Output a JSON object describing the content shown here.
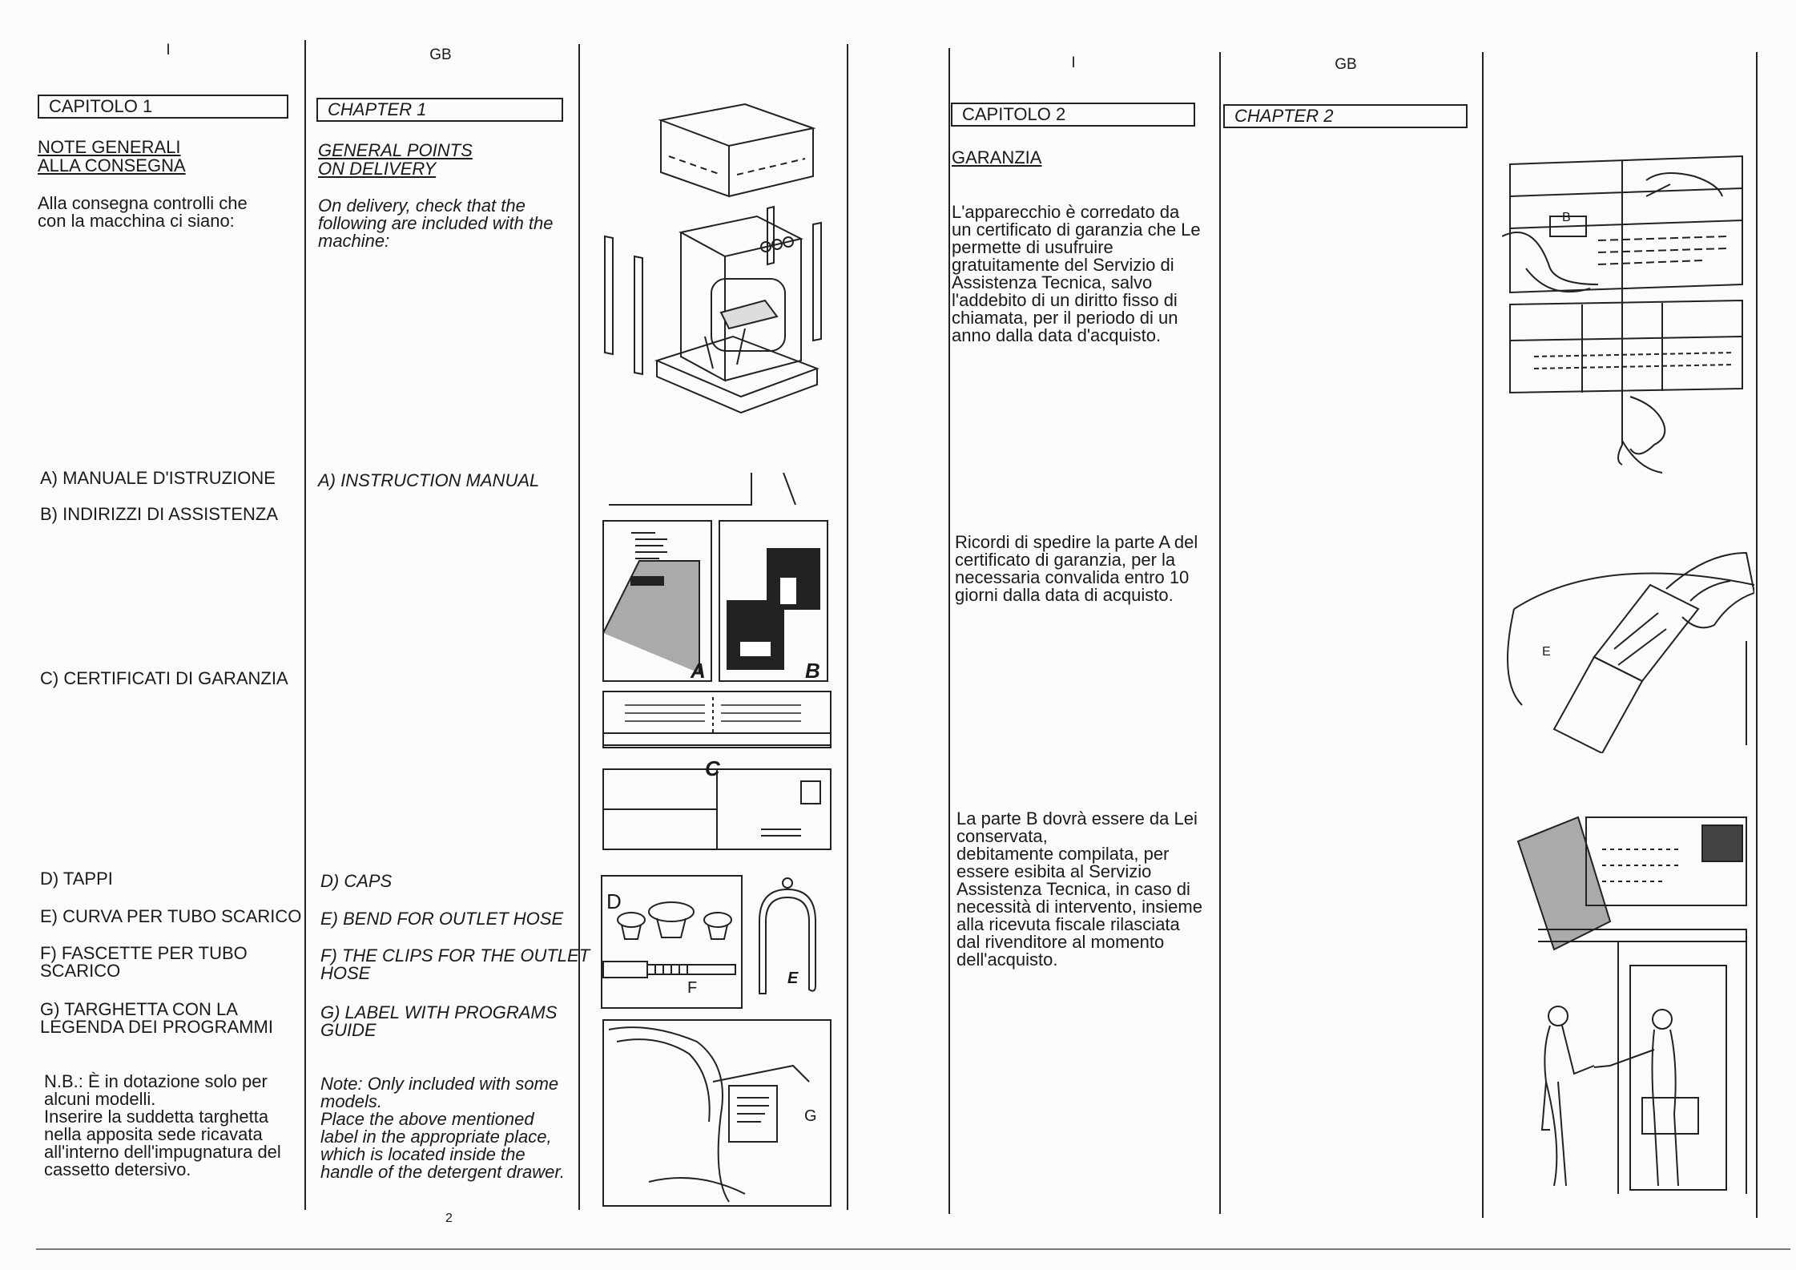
{
  "left_page": {
    "col_it_lang": "I",
    "col_gb_lang": "GB",
    "it_chapter": "CAPITOLO 1",
    "gb_chapter": "CHAPTER 1",
    "it_heading_1": "NOTE GENERALI",
    "it_heading_2": "ALLA CONSEGNA",
    "gb_heading_1": "GENERAL POINTS",
    "gb_heading_2": "ON DELIVERY",
    "it_intro_1": "Alla consegna controlli che",
    "it_intro_2": "con la macchina ci siano:",
    "gb_intro_1": "On delivery, check that the",
    "gb_intro_2": "following are included with the",
    "gb_intro_3": "machine:",
    "it_a": "A) MANUALE D'ISTRUZIONE",
    "it_b": "B) INDIRIZZI DI ASSISTENZA",
    "it_c": "C) CERTIFICATI DI GARANZIA",
    "it_d": "D) TAPPI",
    "it_e": "E) CURVA PER TUBO SCARICO",
    "it_f_1": "F) FASCETTE PER TUBO",
    "it_f_2": "SCARICO",
    "it_g_1": "G) TARGHETTA CON LA",
    "it_g_2": "LEGENDA DEI PROGRAMMI",
    "gb_a": "A) INSTRUCTION MANUAL",
    "gb_d": "D) CAPS",
    "gb_e": "E) BEND FOR OUTLET HOSE",
    "gb_f_1": "F) THE CLIPS FOR THE OUTLET",
    "gb_f_2": "HOSE",
    "gb_g_1": "G) LABEL WITH PROGRAMS",
    "gb_g_2": "GUIDE",
    "it_nb_1": "N.B.: È in dotazione solo per",
    "it_nb_2": "alcuni modelli.",
    "it_nb_3": "Inserire la suddetta targhetta",
    "it_nb_4": "nella apposita sede ricavata",
    "it_nb_5": "all'interno dell'impugnatura del",
    "it_nb_6": "cassetto detersivo.",
    "gb_note_1": "Note: Only included with some",
    "gb_note_2": "models.",
    "gb_note_3": "Place the above mentioned",
    "gb_note_4": "label in the appropriate place,",
    "gb_note_5": "which is located inside the",
    "gb_note_6": "handle of the detergent drawer.",
    "page_number": "2",
    "fig_labels": {
      "a": "A",
      "b": "B",
      "c": "C",
      "d": "D",
      "e": "E",
      "f": "F",
      "g": "G"
    }
  },
  "right_page": {
    "col_it_lang": "I",
    "col_gb_lang": "GB",
    "it_chapter": "CAPITOLO 2",
    "gb_chapter": "CHAPTER 2",
    "it_heading": "GARANZIA",
    "p1_1": "L'apparecchio è corredato da",
    "p1_2": "un certificato di garanzia che Le",
    "p1_3": "permette di usufruire",
    "p1_4": "gratuitamente del Servizio di",
    "p1_5": "Assistenza Tecnica, salvo",
    "p1_6": "l'addebito di un diritto fisso di",
    "p1_7": "chiamata, per il periodo di un",
    "p1_8": "anno dalla data d'acquisto.",
    "p2_1": "Ricordi di spedire la parte A del",
    "p2_2": "certificato di garanzia, per la",
    "p2_3": "necessaria convalida entro 10",
    "p2_4": "giorni dalla data di acquisto.",
    "p3_1": "La parte B dovrà essere da Lei",
    "p3_2": "conservata,",
    "p3_3": "debitamente compilata, per",
    "p3_4": "essere esibita al Servizio",
    "p3_5": "Assistenza Tecnica, in caso di",
    "p3_6": "necessità di intervento, insieme",
    "p3_7": "alla ricevuta fiscale rilasciata",
    "p3_8": "dal rivenditore al momento",
    "p3_9": "dell'acquisto.",
    "fig_label_b": "B",
    "fig_label_e": "E"
  }
}
